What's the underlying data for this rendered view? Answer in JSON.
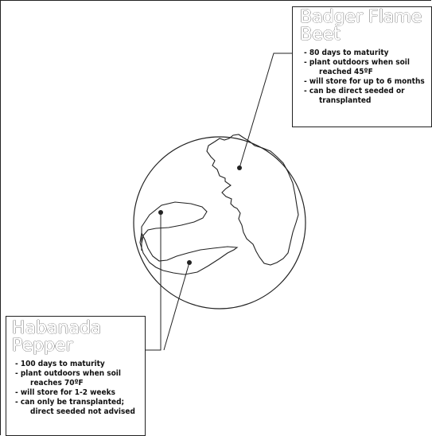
{
  "beet": {
    "title": "Badger Flame\nBeet",
    "facts": [
      {
        "line": "- 80 days to maturity"
      },
      {
        "line": "- plant outdoors when soil",
        "cont": "reached 45ºF"
      },
      {
        "line": "- will store for up to 6 months"
      },
      {
        "line": "- can be direct seeded or",
        "cont": "transplanted"
      }
    ]
  },
  "pepper": {
    "title": "Habanada\nPepper",
    "facts": [
      {
        "line": "- 100 days to maturity"
      },
      {
        "line": "- plant outdoors when soil",
        "cont": "reaches 70ºF"
      },
      {
        "line": "- will store for 1-2 weeks"
      },
      {
        "line": "- can only be transplanted;",
        "cont": "direct seeded not advised"
      }
    ]
  }
}
